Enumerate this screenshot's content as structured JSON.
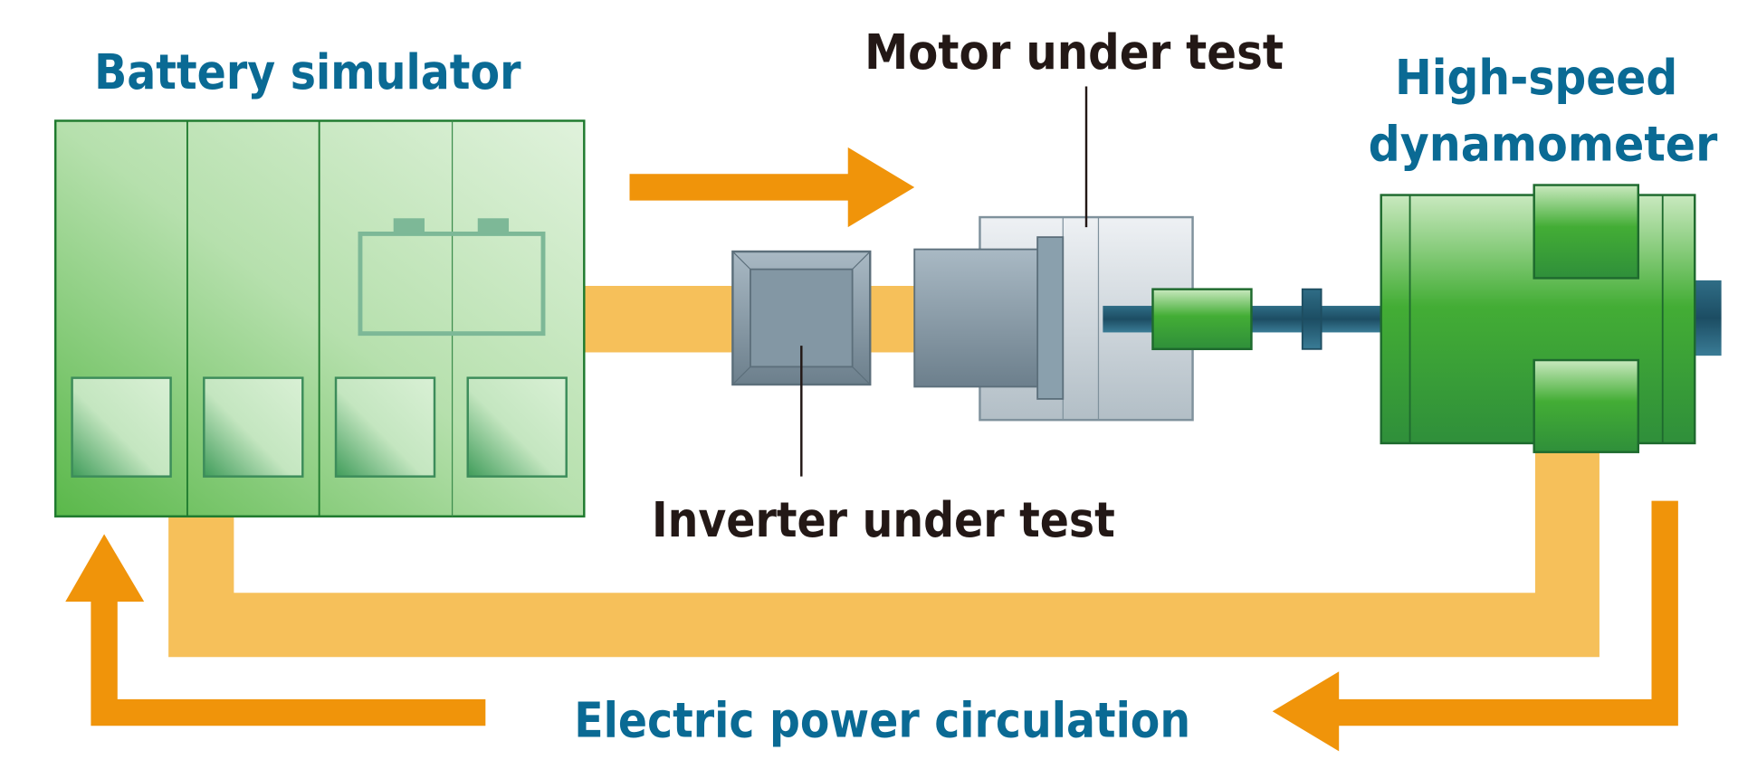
{
  "labels": {
    "battery_simulator": "Battery simulator",
    "motor_under_test": "Motor under test",
    "high_speed_line1": "High-speed",
    "high_speed_line2": "dynamometer",
    "inverter_under_test": "Inverter under test",
    "power_circulation": "Electric power circulation"
  },
  "colors": {
    "label_blue": "#0a6a94",
    "label_dark": "#231816",
    "arrow_orange": "#f0940a",
    "power_band": "#f6c05a",
    "green": "#43ad35",
    "gray": "#8095a2"
  }
}
